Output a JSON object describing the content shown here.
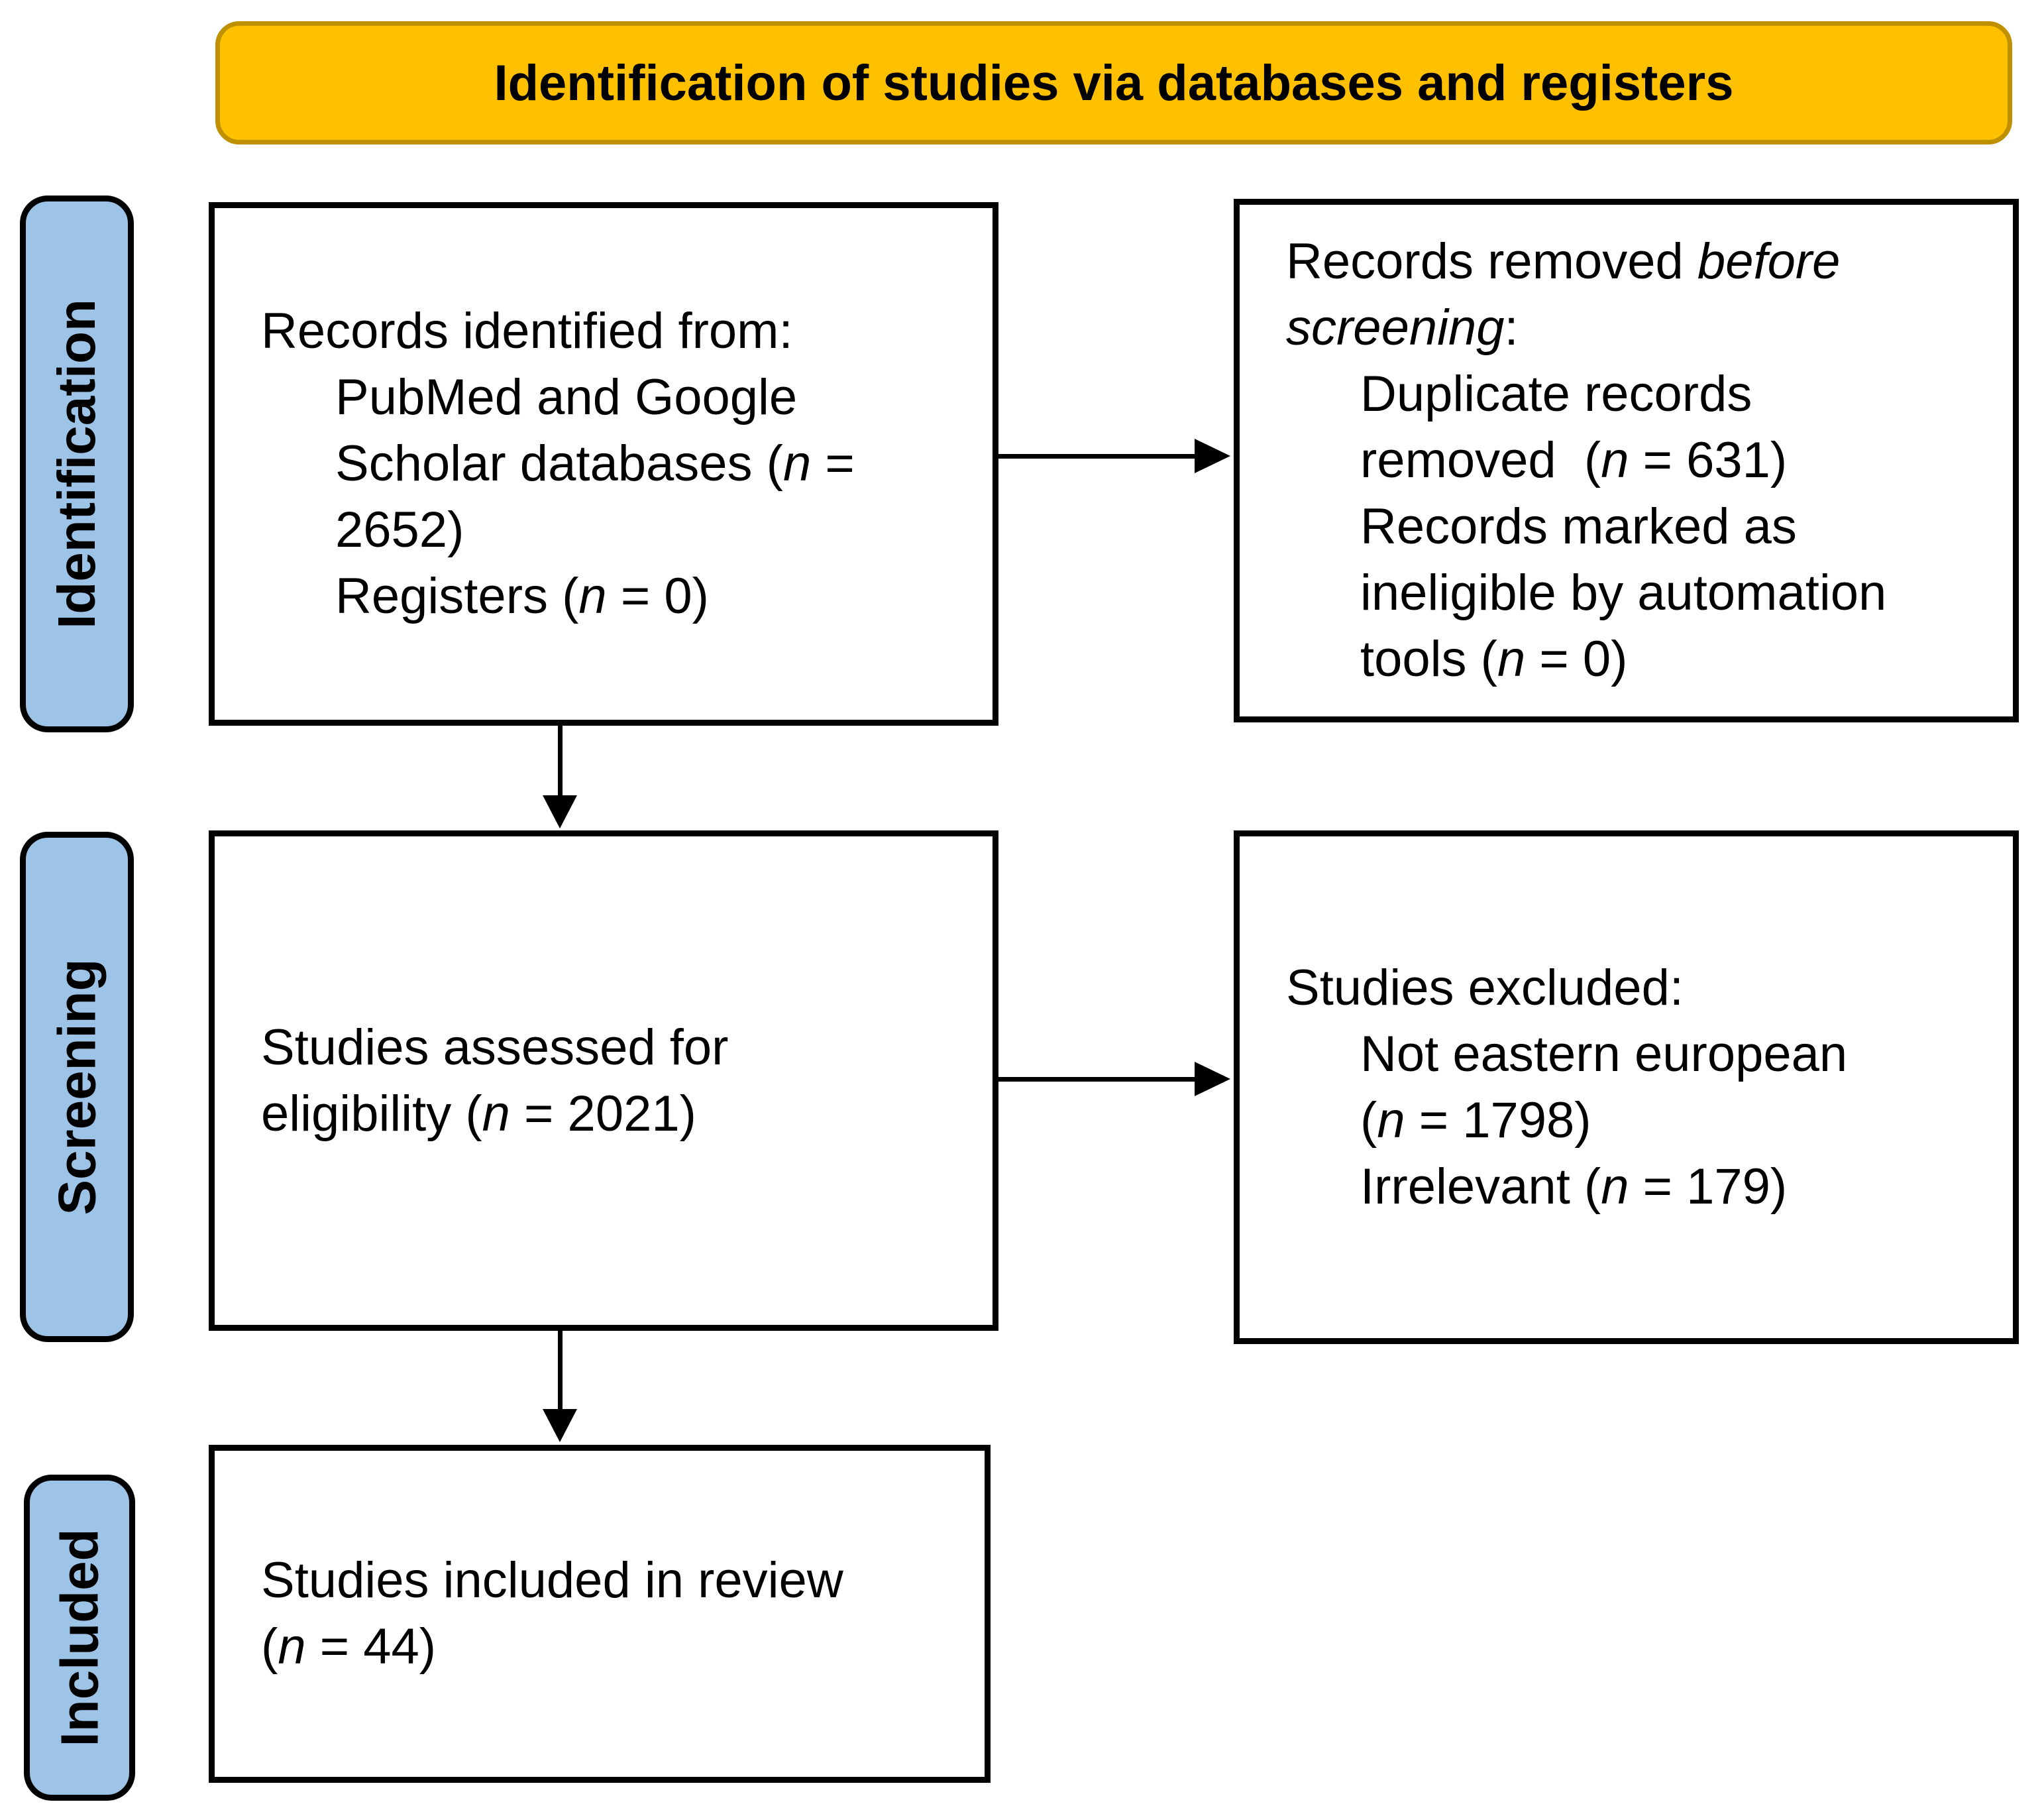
{
  "header": {
    "title": "Identification of studies via databases and registers"
  },
  "stages": [
    {
      "label": "Identification"
    },
    {
      "label": "Screening"
    },
    {
      "label": "Included"
    }
  ],
  "colors": {
    "header_fill": "#FFC000",
    "header_border": "#BF9000",
    "stage_fill": "#9DC3E6",
    "box_border": "#000000",
    "arrow": "#000000"
  },
  "boxes": {
    "identified": {
      "lines": [
        {
          "indent": false,
          "parts": [
            {
              "text": "Records identified from:"
            }
          ]
        },
        {
          "indent": true,
          "parts": [
            {
              "text": "PubMed and Google"
            }
          ]
        },
        {
          "indent": true,
          "parts": [
            {
              "text": "Scholar databases ("
            },
            {
              "text": "n",
              "italic": true
            },
            {
              "text": " ="
            }
          ]
        },
        {
          "indent": true,
          "parts": [
            {
              "text": "2652)"
            }
          ]
        },
        {
          "indent": true,
          "parts": [
            {
              "text": "Registers ("
            },
            {
              "text": "n",
              "italic": true
            },
            {
              "text": " = 0)"
            }
          ]
        }
      ]
    },
    "removed": {
      "lines": [
        {
          "indent": false,
          "parts": [
            {
              "text": "Records removed "
            },
            {
              "text": "before",
              "italic": true
            }
          ]
        },
        {
          "indent": false,
          "parts": [
            {
              "text": "screening",
              "italic": true
            },
            {
              "text": ":"
            }
          ]
        },
        {
          "indent": true,
          "parts": [
            {
              "text": "Duplicate records"
            }
          ]
        },
        {
          "indent": true,
          "parts": [
            {
              "text": "removed  ("
            },
            {
              "text": "n",
              "italic": true
            },
            {
              "text": " = 631)"
            }
          ]
        },
        {
          "indent": true,
          "parts": [
            {
              "text": "Records marked as"
            }
          ]
        },
        {
          "indent": true,
          "parts": [
            {
              "text": "ineligible by automation"
            }
          ]
        },
        {
          "indent": true,
          "parts": [
            {
              "text": "tools ("
            },
            {
              "text": "n",
              "italic": true
            },
            {
              "text": " = 0)"
            }
          ]
        }
      ]
    },
    "assessed": {
      "lines": [
        {
          "indent": false,
          "parts": [
            {
              "text": "Studies assessed for"
            }
          ]
        },
        {
          "indent": false,
          "parts": [
            {
              "text": "eligibility ("
            },
            {
              "text": "n",
              "italic": true
            },
            {
              "text": " = 2021)"
            }
          ]
        }
      ]
    },
    "excluded": {
      "lines": [
        {
          "indent": false,
          "parts": [
            {
              "text": "Studies excluded:"
            }
          ]
        },
        {
          "indent": true,
          "parts": [
            {
              "text": "Not eastern european"
            }
          ]
        },
        {
          "indent": true,
          "parts": [
            {
              "text": "("
            },
            {
              "text": "n",
              "italic": true
            },
            {
              "text": " = 1798)"
            }
          ]
        },
        {
          "indent": true,
          "parts": [
            {
              "text": "Irrelevant ("
            },
            {
              "text": "n",
              "italic": true
            },
            {
              "text": " = 179)"
            }
          ]
        }
      ]
    },
    "included": {
      "lines": [
        {
          "indent": false,
          "parts": [
            {
              "text": "Studies included in review"
            }
          ]
        },
        {
          "indent": false,
          "parts": [
            {
              "text": "("
            },
            {
              "text": "n",
              "italic": true
            },
            {
              "text": " = 44)"
            }
          ]
        }
      ]
    }
  }
}
